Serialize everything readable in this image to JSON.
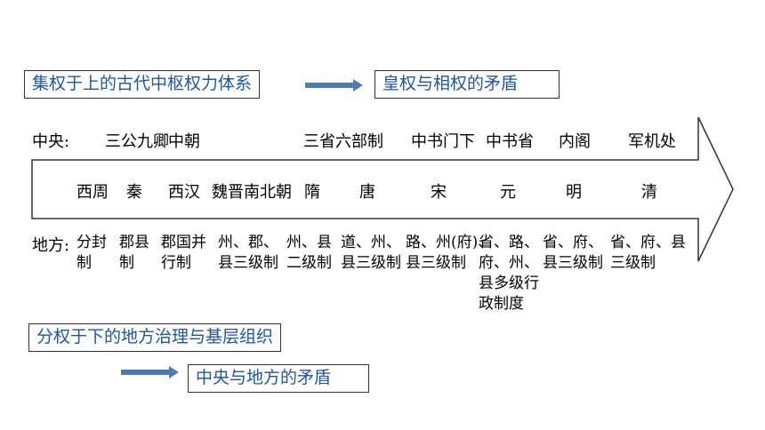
{
  "top_box": "集权于上的古代中枢权力体系",
  "top_result": "皇权与相权的矛盾",
  "central": {
    "label": "中央:",
    "items": [
      "三公九卿",
      "中朝",
      "三省六部制",
      "中书门下",
      "中书省",
      "内阁",
      "军机处"
    ]
  },
  "dynasties": [
    "西周",
    "秦",
    "西汉",
    "魏晋南北朝",
    "隋",
    "唐",
    "宋",
    "元",
    "明",
    "清"
  ],
  "local": {
    "label": "地方:",
    "items": [
      [
        "分封",
        "制"
      ],
      [
        "郡县",
        "制"
      ],
      [
        "郡国并",
        "行制"
      ],
      [
        "州、郡、",
        "县三级制"
      ],
      [
        "州、县",
        "二级制"
      ],
      [
        "道、州、",
        "县三级制"
      ],
      [
        "路、州(府)、",
        "县三级制"
      ],
      [
        "省、路、",
        "府、州、",
        "县多级行",
        "政制度"
      ],
      [
        "省、府、",
        "县三级制"
      ],
      [
        "省、府、县",
        "三级制"
      ]
    ]
  },
  "bottom_box": "分权于下的地方治理与基层组织",
  "bottom_result": "中央与地方的矛盾",
  "colors": {
    "accent": "#1e56a0",
    "arrow": "#4a7bb7"
  }
}
